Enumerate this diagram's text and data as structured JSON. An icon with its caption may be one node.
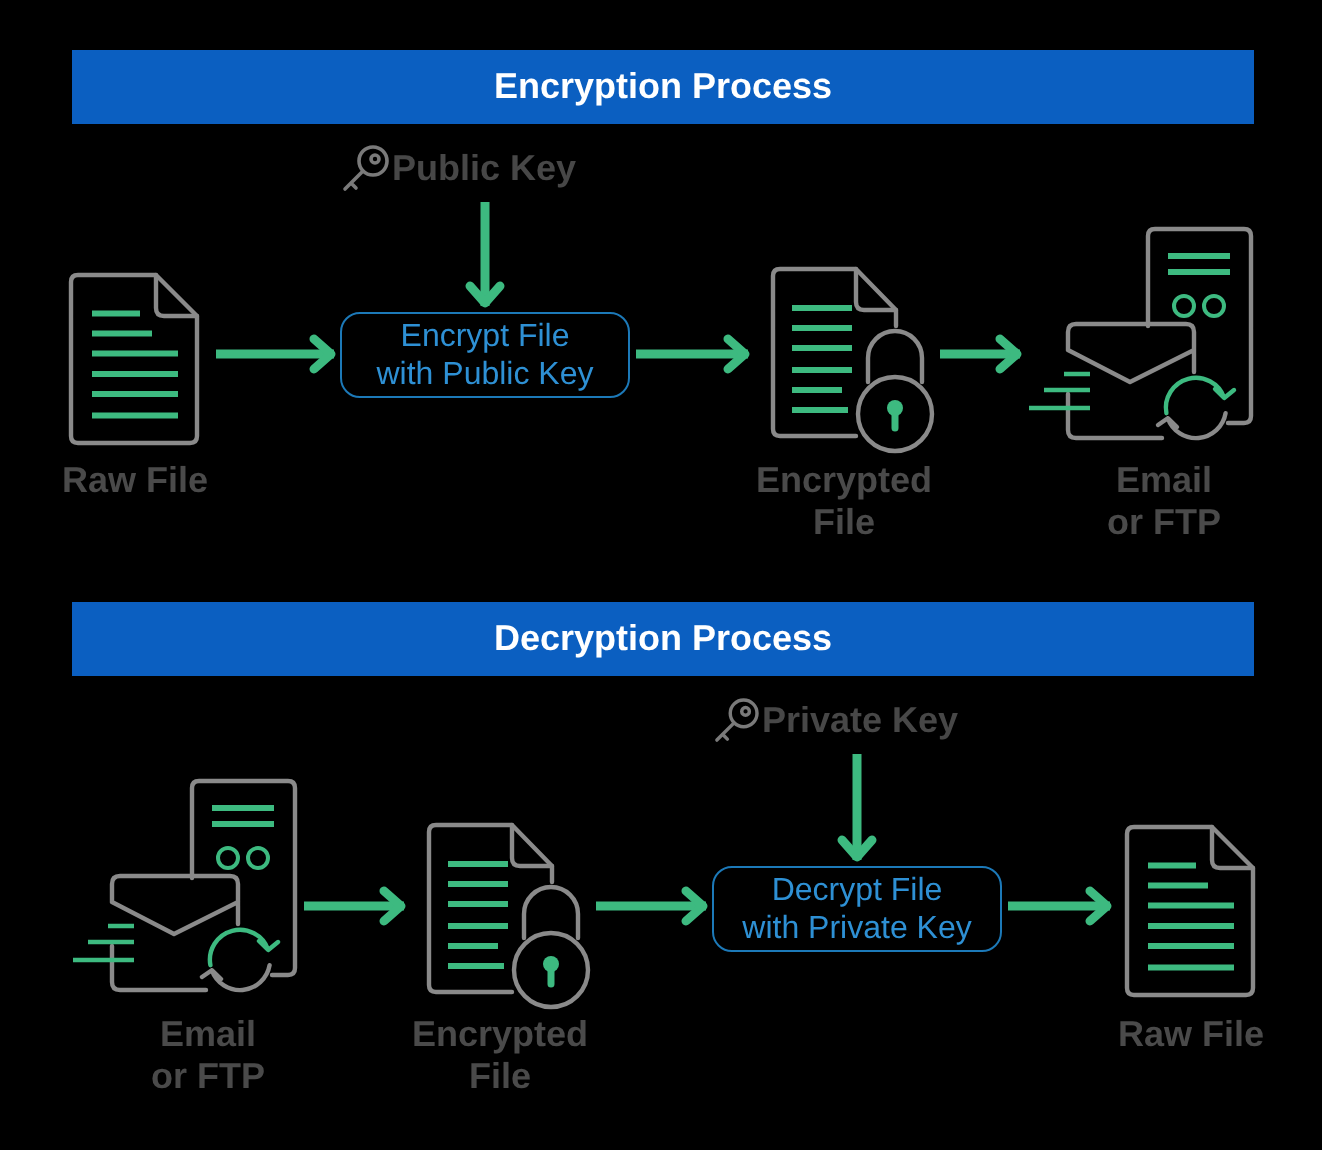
{
  "diagram": {
    "nodes": [
      {
        "text": [
          "Encryption Process"
        ]
      },
      {
        "text": [
          "Public Key"
        ]
      },
      {
        "text": [
          "Raw File"
        ]
      },
      {
        "text": [
          "Encrypt File with Public Key"
        ]
      },
      {
        "text": [
          "Encrypted File"
        ]
      },
      {
        "text": [
          "Email or FTP"
        ]
      },
      {
        "text": [
          "Decryption Process"
        ]
      },
      {
        "text": [
          "Email or FTP"
        ]
      },
      {
        "text": [
          "Encrypted File"
        ]
      },
      {
        "text": [
          "Private Key"
        ]
      },
      {
        "text": [
          "Decrypt File with Private Key"
        ]
      },
      {
        "text": [
          "Raw File"
        ]
      }
    ],
    "edges": [
      {
        "from": 1,
        "to": 3,
        "arrow": "to"
      },
      {
        "from": 2,
        "to": 3,
        "arrow": "to"
      },
      {
        "from": 3,
        "to": 4,
        "arrow": "to"
      },
      {
        "from": 4,
        "to": 5,
        "arrow": "to"
      },
      {
        "from": 7,
        "to": 8,
        "arrow": "to"
      },
      {
        "from": 8,
        "to": 10,
        "arrow": "to"
      },
      {
        "from": 9,
        "to": 10,
        "arrow": "to"
      },
      {
        "from": 10,
        "to": 11,
        "arrow": "to"
      }
    ]
  }
}
